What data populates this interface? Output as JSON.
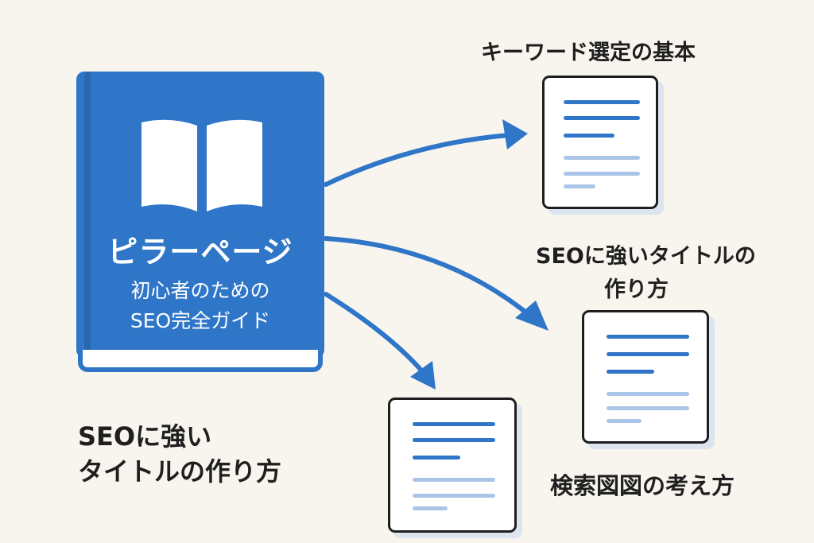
{
  "book": {
    "title": "ピラーページ",
    "subtitle_line1": "初心者のための",
    "subtitle_line2": "SEO完全ガイド",
    "icon": "open-book-icon"
  },
  "labels": {
    "top_right": "キーワード選定の基本",
    "middle_right_line1": "SEOに強いタイトルの",
    "middle_right_line2": "作り方",
    "bottom_left_line1": "SEOに強い",
    "bottom_left_line2": "タイトルの作り方",
    "bottom_right": "検索図図の考え方"
  },
  "colors": {
    "background": "#f8f5ef",
    "accent": "#2f76c8",
    "accent_light": "#a9c6e8",
    "ink": "#1e1e1e"
  }
}
